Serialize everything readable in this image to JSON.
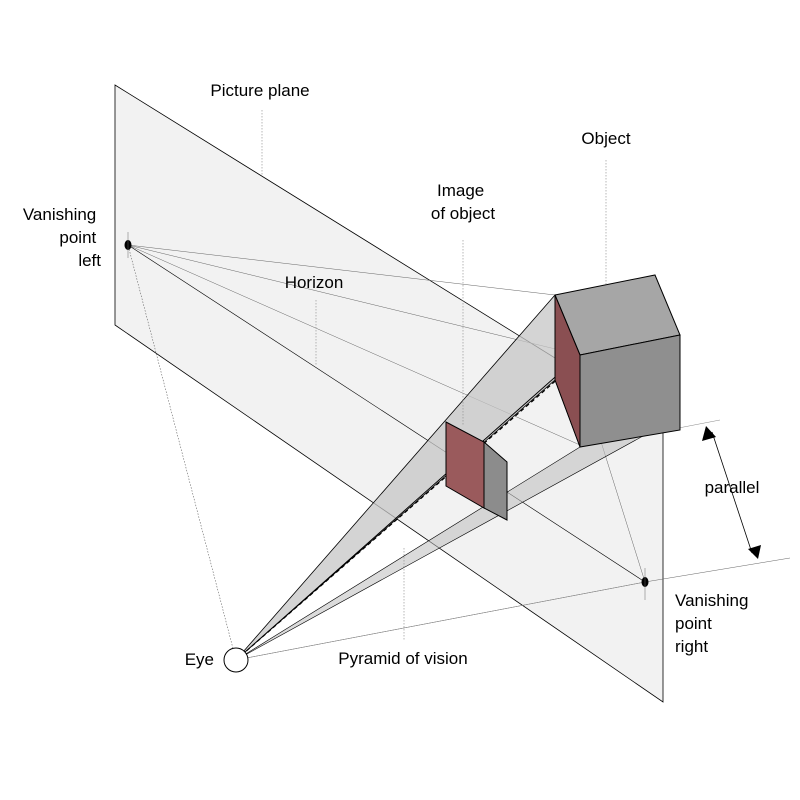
{
  "labels": {
    "picture_plane": "Picture plane",
    "object": "Object",
    "image_of_object": [
      "Image",
      "of object"
    ],
    "vanishing_point_left": [
      "Vanishing",
      "point",
      "left"
    ],
    "horizon": "Horizon",
    "parallel": "parallel",
    "vanishing_point_right": [
      "Vanishing",
      "point",
      "right"
    ],
    "eye": "Eye",
    "pyramid_of_vision": "Pyramid of vision"
  },
  "colors": {
    "picture_plane_fill": "#f2f2f2",
    "pyramid_fill": "#b5b5b5",
    "object_top": "#a6a6a6",
    "object_front": "#8f8f8f",
    "object_section": "#8a4f52",
    "image_left_face": "#9a5a5c",
    "image_right_face": "#8c8c8c",
    "line": "#000000"
  }
}
